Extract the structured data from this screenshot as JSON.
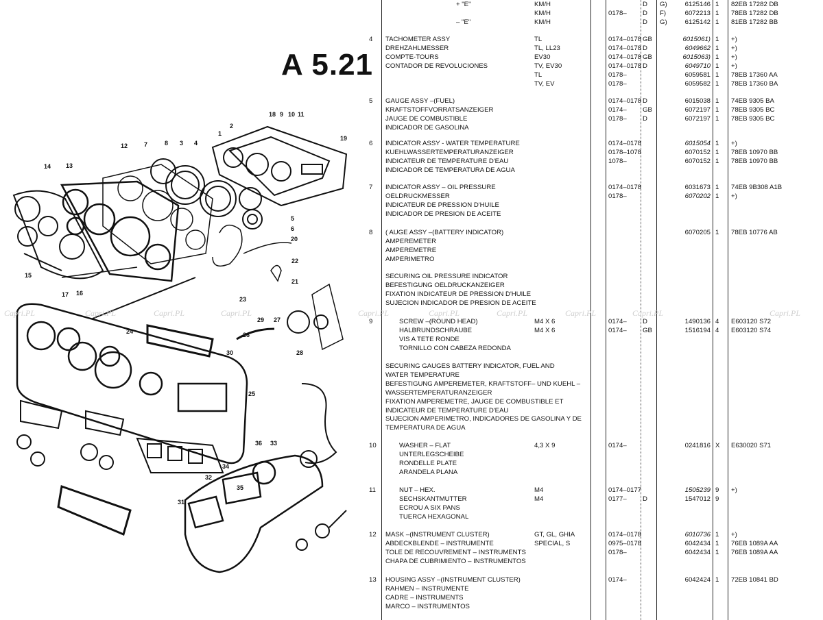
{
  "page": {
    "title": "A 5.21",
    "watermark": "Capri.PL"
  },
  "top_rows": [
    {
      "desc": "+ \"E\"",
      "size": "KM/H",
      "date": "",
      "cc": "D",
      "opt": "G)",
      "pn": "6125146",
      "qty": "1",
      "rem": "82EB 17282 DB"
    },
    {
      "desc": "",
      "size": "KM/H",
      "date": "0178–",
      "cc": "D",
      "opt": "F)",
      "pn": "6072213",
      "qty": "1",
      "rem": "78EB 17282 DB"
    },
    {
      "desc": "– \"E\"",
      "size": "KM/H",
      "date": "",
      "cc": "D",
      "opt": "G)",
      "pn": "6125142",
      "qty": "1",
      "rem": "81EB 17282 BB"
    }
  ],
  "groups": [
    {
      "ref": "4",
      "lines": [
        "TACHOMETER ASSY",
        "DREHZAHLMESSER",
        "COMPTE-TOURS",
        "CONTADOR DE REVOLUCIONES"
      ],
      "rows": [
        {
          "size": "TL",
          "date": "0174–0178",
          "cc": "GB",
          "pn": "6015061)",
          "qty": "1",
          "rem": "+)",
          "italic": true
        },
        {
          "size": "TL, LL23",
          "date": "0174–0178",
          "cc": "D",
          "pn": "6049662",
          "qty": "1",
          "rem": "+)",
          "italic": true
        },
        {
          "size": "EV30",
          "date": "0174–0178",
          "cc": "GB",
          "pn": "6015063)",
          "qty": "1",
          "rem": "+)",
          "italic": true
        },
        {
          "size": "TV, EV30",
          "date": "0174–0178",
          "cc": "D",
          "pn": "6049710",
          "qty": "1",
          "rem": "+)",
          "italic": true
        },
        {
          "size": "TL",
          "date": "0178–",
          "cc": "",
          "pn": "6059581",
          "qty": "1",
          "rem": "78EB 17360 AA"
        },
        {
          "size": "TV, EV",
          "date": "0178–",
          "cc": "",
          "pn": "6059582",
          "qty": "1",
          "rem": "78EB 17360 BA"
        }
      ]
    },
    {
      "ref": "5",
      "lines": [
        "GAUGE ASSY –(FUEL)",
        "KRAFTSTOFFVORRATSANZEIGER",
        "JAUGE DE COMBUSTIBLE",
        "INDICADOR DE GASOLINA"
      ],
      "rows": [
        {
          "size": "",
          "date": "0174–0178",
          "cc": "D",
          "pn": "6015038",
          "qty": "1",
          "rem": "74EB 9305 BA"
        },
        {
          "size": "",
          "date": "0174–",
          "cc": "GB",
          "pn": "6072197",
          "qty": "1",
          "rem": "78EB 9305 BC"
        },
        {
          "size": "",
          "date": "0178–",
          "cc": "D",
          "pn": "6072197",
          "qty": "1",
          "rem": "78EB 9305 BC"
        }
      ]
    },
    {
      "ref": "6",
      "lines": [
        "INDICATOR ASSY - WATER TEMPERATURE",
        "KUEHLWASSERTEMPERATURANZEIGER",
        "INDICATEUR DE TEMPERATURE D'EAU",
        "INDICADOR DE TEMPERATURA DE AGUA"
      ],
      "rows": [
        {
          "size": "",
          "date": "0174–0178",
          "cc": "",
          "pn": "6015054",
          "qty": "1",
          "rem": "+)",
          "italic": true
        },
        {
          "size": "",
          "date": "0178–1078",
          "cc": "",
          "pn": "6070152",
          "qty": "1",
          "rem": "78EB 10970 BB"
        },
        {
          "size": "",
          "date": "1078–",
          "cc": "",
          "pn": "6070152",
          "qty": "1",
          "rem": "78EB 10970 BB"
        }
      ]
    },
    {
      "ref": "7",
      "lines": [
        "INDICATOR ASSY – OIL PRESSURE",
        "OELDRUCKMESSER",
        "INDICATEUR DE PRESSION D'HUILE",
        "INDICADOR DE PRESION DE ACEITE"
      ],
      "rows": [
        {
          "size": "",
          "date": "0174–0178",
          "cc": "",
          "pn": "6031673",
          "qty": "1",
          "rem": "74EB 9B308 A1B"
        },
        {
          "size": "",
          "date": "0178–",
          "cc": "",
          "pn": "6070202",
          "qty": "1",
          "rem": "+)",
          "italic": true
        }
      ]
    },
    {
      "ref": "8",
      "lines": [
        "( AUGE ASSY –(BATTERY INDICATOR)",
        "AMPEREMETER",
        "AMPEREMETRE",
        "AMPERIMETRO"
      ],
      "rows": [
        {
          "size": "",
          "date": "",
          "cc": "",
          "pn": "6070205",
          "qty": "1",
          "rem": "78EB 10776 AB"
        }
      ]
    }
  ],
  "securing_oil": [
    "SECURING OIL PRESSURE INDICATOR",
    "BEFESTIGUNG OELDRUCKANZEIGER",
    "FIXATION INDICATEUR DE PRESSION D'HUILE",
    "SUJECION INDICADOR DE PRESION DE ACEITE"
  ],
  "item9": {
    "ref": "9",
    "lines": [
      "SCREW –(ROUND HEAD)",
      "HALBRUNDSCHRAUBE",
      "VIS A TETE RONDE",
      "TORNILLO CON CABEZA REDONDA"
    ],
    "rows": [
      {
        "size": "M4 X 6",
        "date": "0174–",
        "cc": "D",
        "pn": "1490136",
        "qty": "4",
        "rem": "E603120 S72"
      },
      {
        "size": "M4 X 6",
        "date": "0174–",
        "cc": "GB",
        "pn": "1516194",
        "qty": "4",
        "rem": "E603120 S74"
      }
    ]
  },
  "securing_gauges": [
    "SECURING GAUGES BATTERY INDICATOR, FUEL AND",
    "WATER TEMPERATURE",
    "BEFESTIGUNG AMPEREMETER, KRAFTSTOFF– UND KUEHL –",
    "WASSERTEMPERATURANZEIGER",
    "FIXATION AMPEREMETRE, JAUGE DE COMBUSTIBLE ET",
    "INDICATEUR DE TEMPERATURE D'EAU",
    "SUJECION AMPERIMETRO, INDICADORES DE GASOLINA Y DE",
    "TEMPERATURA DE AGUA"
  ],
  "item10": {
    "ref": "10",
    "lines": [
      "WASHER – FLAT",
      "UNTERLEGSCHEIBE",
      "RONDELLE PLATE",
      "ARANDELA PLANA"
    ],
    "rows": [
      {
        "size": "4,3 X 9",
        "date": "0174–",
        "cc": "",
        "pn": "0241816",
        "qty": "X",
        "rem": "E630020 S71"
      }
    ]
  },
  "item11": {
    "ref": "11",
    "lines": [
      "NUT – HEX.",
      "SECHSKANTMUTTER",
      "ECROU A SIX PANS",
      "TUERCA HEXAGONAL"
    ],
    "rows": [
      {
        "size": "M4",
        "date": "0174–0177",
        "cc": "",
        "pn": "1505239",
        "qty": "9",
        "rem": "+)",
        "italic": true
      },
      {
        "size": "M4",
        "date": "0177–",
        "cc": "D",
        "pn": "1547012",
        "qty": "9",
        "rem": ""
      }
    ]
  },
  "item12": {
    "ref": "12",
    "lines": [
      "MASK –(INSTRUMENT CLUSTER)",
      "ABDECKBLENDE – INSTRUMENTE",
      "TOLE DE RECOUVREMENT – INSTRUMENTS",
      "CHAPA DE CUBRIMIENTO – INSTRUMENTOS"
    ],
    "rows": [
      {
        "size": "GT, GL, GHIA",
        "date": "0174–0178",
        "cc": "",
        "pn": "6010736",
        "qty": "1",
        "rem": "+)",
        "italic": true
      },
      {
        "size": "SPECIAL, S",
        "date": "0975–0178",
        "cc": "",
        "pn": "6042434",
        "qty": "1",
        "rem": "76EB 1089A AA"
      },
      {
        "size": "",
        "date": "0178–",
        "cc": "",
        "pn": "6042434",
        "qty": "1",
        "rem": "76EB 1089A AA"
      }
    ]
  },
  "item13": {
    "ref": "13",
    "lines": [
      "HOUSING ASSY –(INSTRUMENT CLUSTER)",
      "RAHMEN – INSTRUMENTE",
      "CADRE – INSTRUMENTS",
      "MARCO – INSTRUMENTOS"
    ],
    "rows": [
      {
        "size": "",
        "date": "0174–",
        "cc": "",
        "pn": "6042424",
        "qty": "1",
        "rem": "72EB 10841 BD"
      }
    ]
  },
  "diagram_labels": [
    "14",
    "13",
    "12",
    "7",
    "8",
    "3",
    "4",
    "2",
    "1",
    "18",
    "9",
    "10",
    "11",
    "19",
    "5",
    "6",
    "20",
    "21",
    "22",
    "23",
    "15",
    "17",
    "16",
    "24",
    "25",
    "26",
    "27",
    "28",
    "29",
    "30",
    "31",
    "32",
    "33",
    "34",
    "35",
    "36"
  ]
}
